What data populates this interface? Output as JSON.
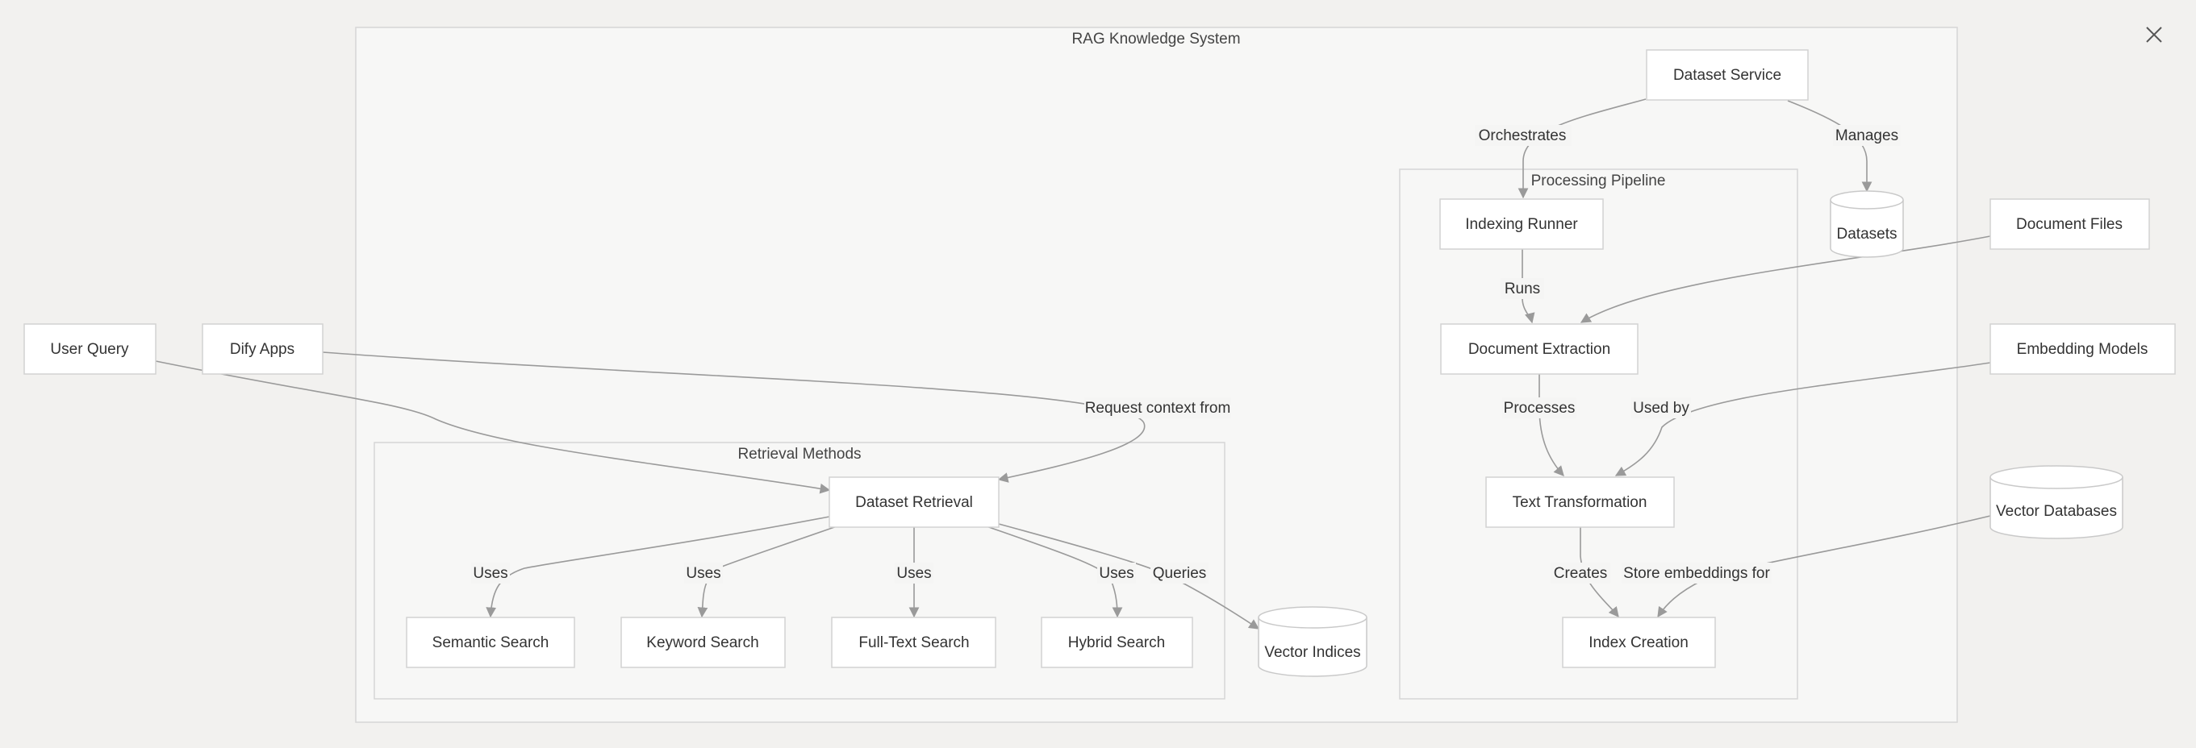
{
  "colors": {
    "background": "#f2f1ef",
    "cluster_fill": "#f7f7f6",
    "node_fill": "#ffffff",
    "edge": "#9a9a9a"
  },
  "toolbar": {
    "close_icon": "close-icon"
  },
  "clusters": {
    "rag": "RAG Knowledge System",
    "pipeline": "Processing Pipeline",
    "retrieval": "Retrieval Methods"
  },
  "nodes": {
    "user_query": "User Query",
    "dify_apps": "Dify Apps",
    "dataset_service": "Dataset Service",
    "indexing_runner": "Indexing Runner",
    "datasets": "Datasets",
    "document_files": "Document Files",
    "document_extraction": "Document Extraction",
    "embedding_models": "Embedding Models",
    "text_transformation": "Text Transformation",
    "vector_databases": "Vector Databases",
    "index_creation": "Index Creation",
    "dataset_retrieval": "Dataset Retrieval",
    "semantic_search": "Semantic Search",
    "keyword_search": "Keyword Search",
    "fulltext_search": "Full-Text Search",
    "hybrid_search": "Hybrid Search",
    "vector_indices": "Vector Indices"
  },
  "edges": {
    "orchestrates": "Orchestrates",
    "manages": "Manages",
    "runs": "Runs",
    "processes": "Processes",
    "used_by": "Used by",
    "creates": "Creates",
    "store_embeddings": "Store embeddings for",
    "request_context": "Request context from",
    "uses_semantic": "Uses",
    "uses_keyword": "Uses",
    "uses_fulltext": "Uses",
    "uses_hybrid": "Uses",
    "queries": "Queries"
  }
}
